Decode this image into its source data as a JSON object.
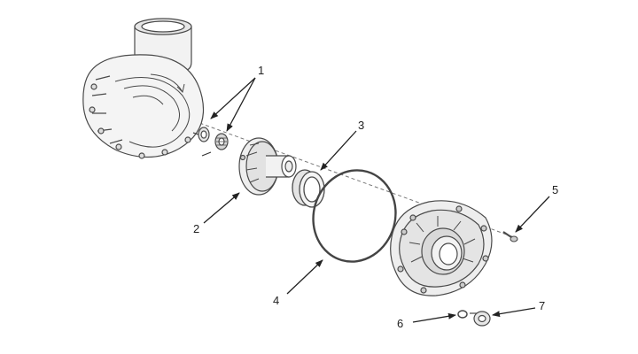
{
  "callouts": [
    {
      "id": "1",
      "label": "1"
    },
    {
      "id": "2",
      "label": "2"
    },
    {
      "id": "3",
      "label": "3"
    },
    {
      "id": "4",
      "label": "4"
    },
    {
      "id": "5",
      "label": "5"
    },
    {
      "id": "6",
      "label": "6"
    },
    {
      "id": "7",
      "label": "7"
    }
  ],
  "colors": {
    "background": "#ffffff",
    "line_art": "#4a4a4a",
    "light_fill": "#eeeeee",
    "mid_fill": "#d6d6d6",
    "arrow": "#222222"
  }
}
